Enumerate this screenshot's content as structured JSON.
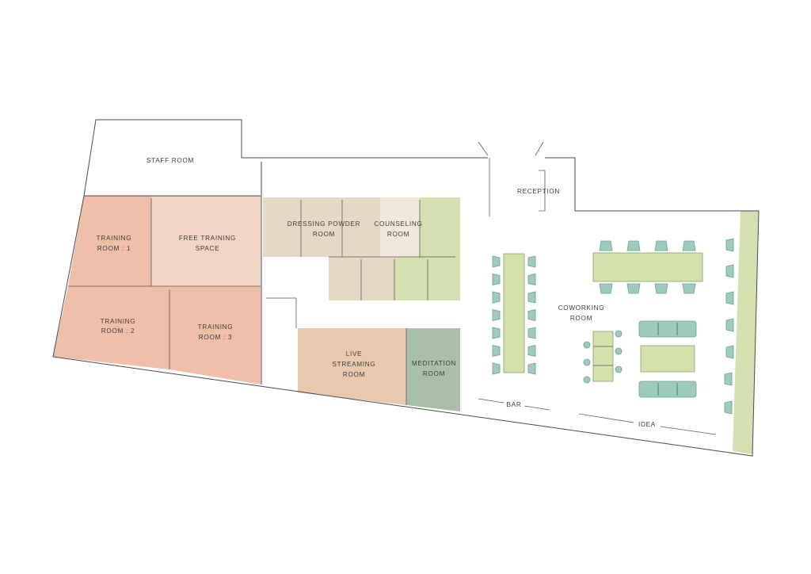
{
  "colors": {
    "training": "#f0bfa9",
    "free_training": "#f2d5c2",
    "dressing": "#e5d8c5",
    "counseling": "#f1e7da",
    "green_room": "#d4e0b0",
    "live_streaming": "#e9c9ae",
    "meditation": "#a9bfa8",
    "table": "#d3e1ac",
    "seat": "#9dccbd",
    "wall": "#4a4a4a"
  },
  "labels": {
    "staff_room": "STAFF ROOM",
    "training_1_l1": "TRAINING",
    "training_1_l2": "ROOM : 1",
    "free_training_l1": "FREE TRAINING",
    "free_training_l2": "SPACE",
    "training_2_l1": "TRAINING",
    "training_2_l2": "ROOM : 2",
    "training_3_l1": "TRAINING",
    "training_3_l2": "ROOM : 3",
    "dressing_l1": "DRESSING POWDER",
    "dressing_l2": "ROOM",
    "counseling_l1": "COUNSELING",
    "counseling_l2": "ROOM",
    "live_l1": "LIVE",
    "live_l2": "STREAMING",
    "live_l3": "ROOM",
    "meditation_l1": "MEDITATION",
    "meditation_l2": "ROOM",
    "reception": "RECEPTION",
    "coworking_l1": "COWORKING",
    "coworking_l2": "ROOM",
    "bar": "BAR",
    "idea": "IDEA"
  },
  "icons": [
    "door-swing-icon",
    "chair-icon",
    "stool-icon"
  ]
}
